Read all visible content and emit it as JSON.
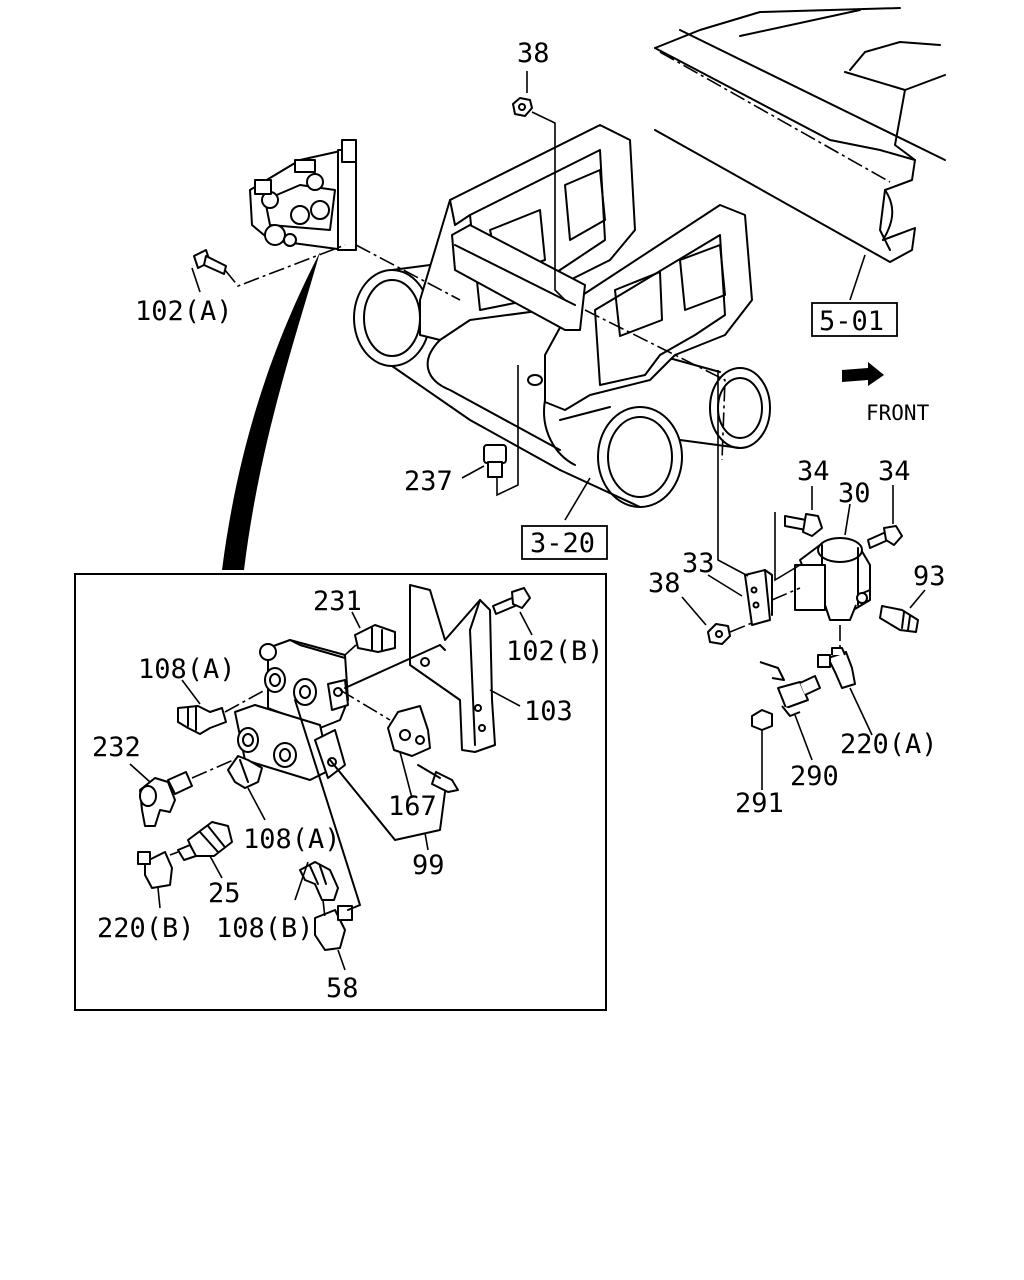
{
  "labels": {
    "top_38": "38",
    "p102a": "102(A)",
    "p5_01": "5-01",
    "front": "FRONT",
    "p237": "237",
    "p3_20": "3-20",
    "p34_left": "34",
    "p30": "30",
    "p34_right": "34",
    "p93": "93",
    "p38_right": "38",
    "p33": "33",
    "p220a": "220(A)",
    "p290": "290",
    "p291": "291",
    "p231": "231",
    "p102b": "102(B)",
    "p108a_top": "108(A)",
    "p103": "103",
    "p232": "232",
    "p167": "167",
    "p108a_mid": "108(A)",
    "p99": "99",
    "p25": "25",
    "p220b": "220(B)",
    "p108b": "108(B)",
    "p58": "58"
  }
}
